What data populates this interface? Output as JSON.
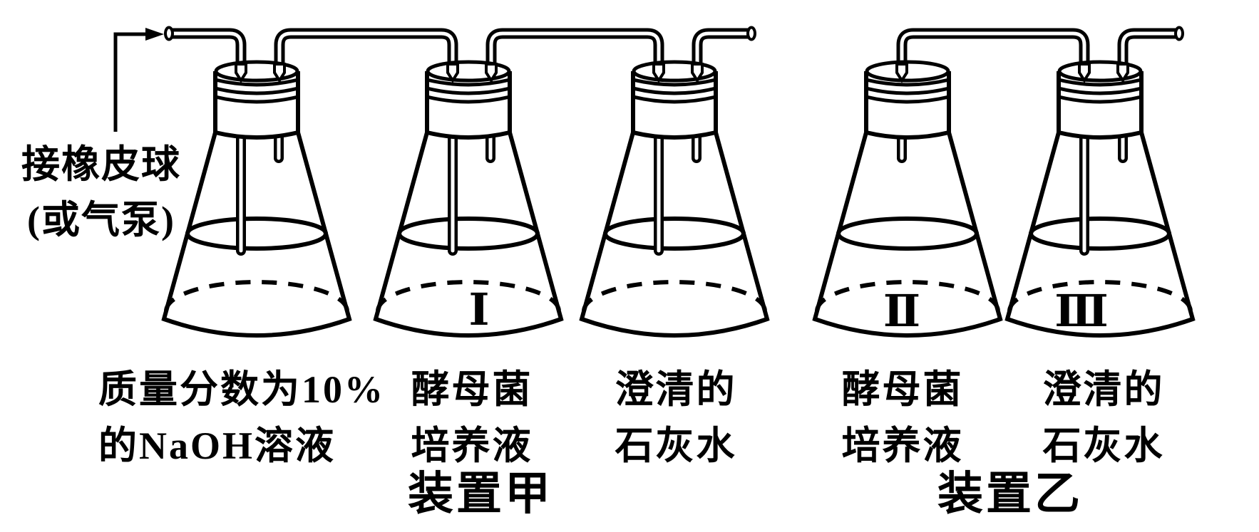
{
  "annotation": {
    "line1": "接橡皮球",
    "line2": "(或气泵)"
  },
  "apparatus_a": {
    "name": "装置甲",
    "flasks": [
      {
        "numeral": "",
        "label_line1": "质量分数为10%",
        "label_line2": "的NaOH溶液"
      },
      {
        "numeral": "Ⅰ",
        "label_line1": "酵母菌",
        "label_line2": "培养液"
      },
      {
        "numeral": "",
        "label_line1": "澄清的",
        "label_line2": "石灰水"
      }
    ]
  },
  "apparatus_b": {
    "name": "装置乙",
    "flasks": [
      {
        "numeral": "Ⅱ",
        "label_line1": "酵母菌",
        "label_line2": "培养液"
      },
      {
        "numeral": "Ⅲ",
        "label_line1": "澄清的",
        "label_line2": "石灰水"
      }
    ]
  },
  "colors": {
    "line": "#000000",
    "background": "#ffffff"
  }
}
